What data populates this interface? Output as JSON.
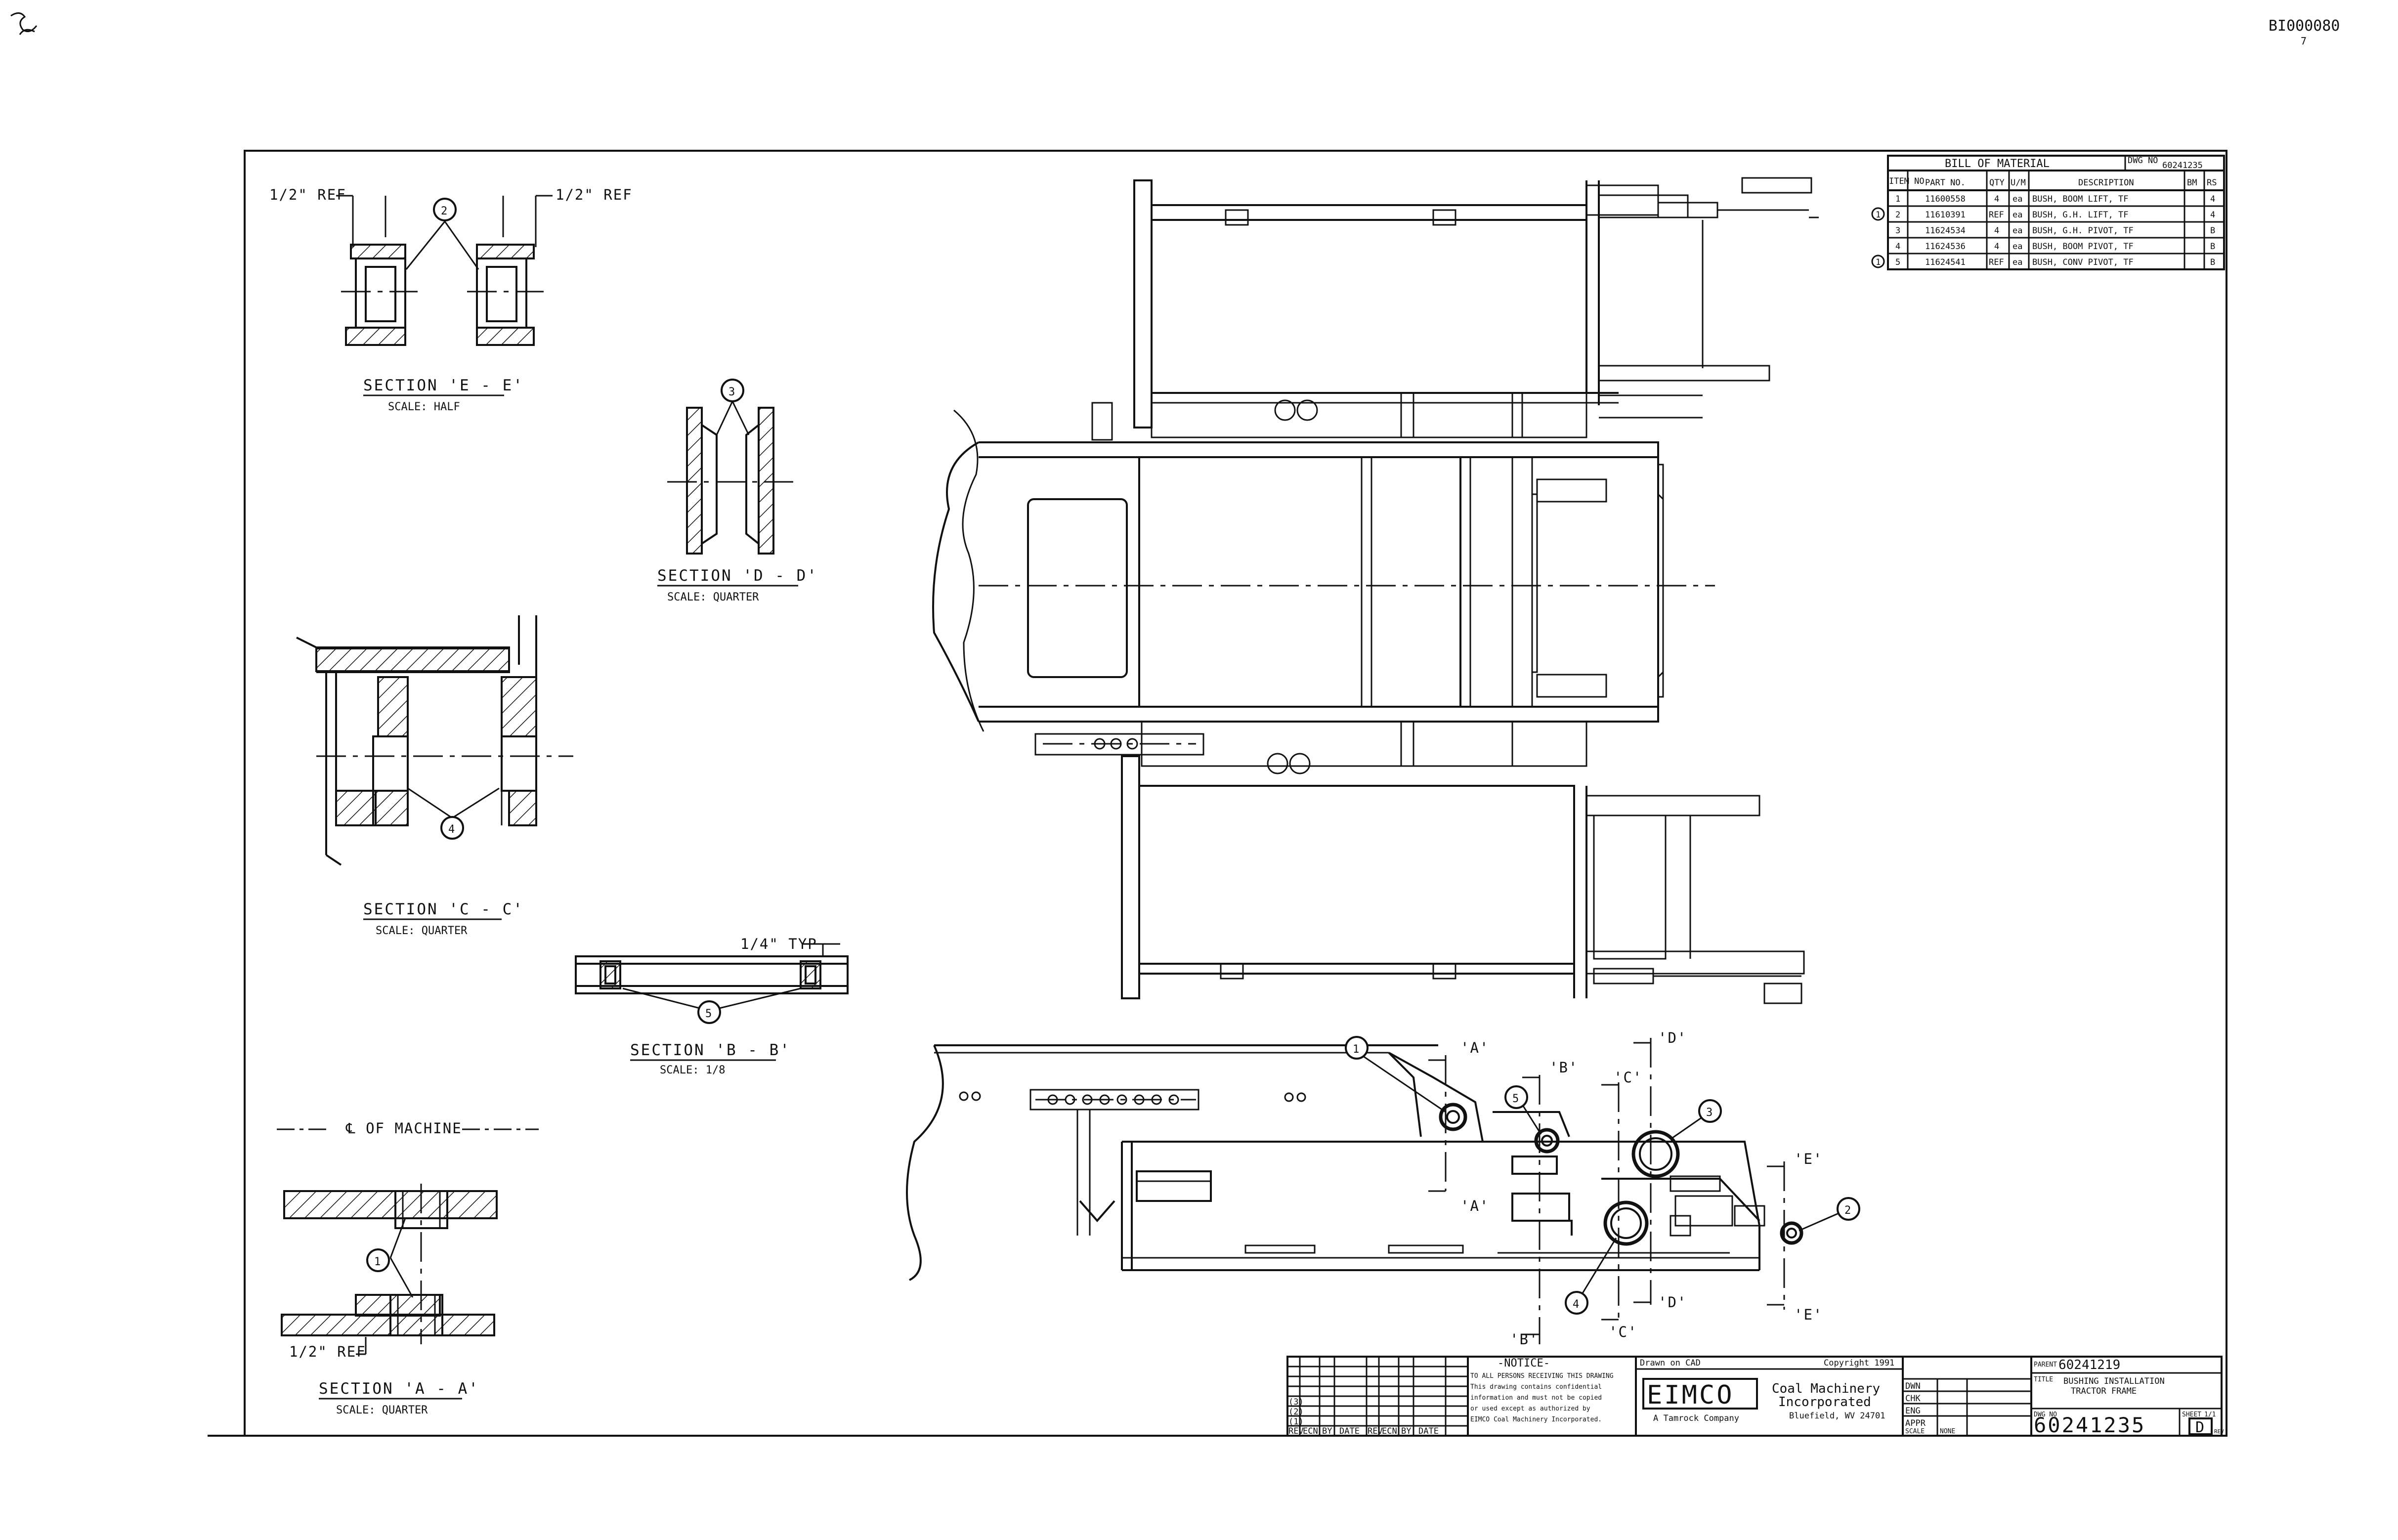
{
  "doc_id": "BI000080",
  "corner_mark": "7",
  "sections": {
    "e": {
      "title": "SECTION 'E - E'",
      "scale": "SCALE: HALF",
      "ref_left": "1/2\" REF",
      "ref_right": "1/2\" REF",
      "balloon": "2"
    },
    "d": {
      "title": "SECTION 'D - D'",
      "scale": "SCALE: QUARTER",
      "balloon": "3"
    },
    "c": {
      "title": "SECTION 'C - C'",
      "scale": "SCALE: QUARTER",
      "balloon": "4"
    },
    "b": {
      "title": "SECTION 'B - B'",
      "scale": "SCALE: 1/8",
      "typ": "1/4\" TYP",
      "balloon": "5"
    },
    "a": {
      "title": "SECTION 'A - A'",
      "scale": "SCALE: QUARTER",
      "ref": "1/2\" REF",
      "balloon": "1",
      "centerline": "℄ OF MACHINE"
    }
  },
  "side_view": {
    "balloons": [
      "1",
      "5",
      "3",
      "2",
      "4"
    ],
    "cuts": {
      "a_top": "'A'",
      "a_bot": "'A'",
      "b_top": "'B'",
      "b_bot": "'B'",
      "c_top": "'C'",
      "c_bot": "'C'",
      "d_top": "'D'",
      "d_bot": "'D'",
      "e_top": "'E'",
      "e_bot": "'E'"
    }
  },
  "bom": {
    "title": "BILL OF MATERIAL",
    "dwg_label": "DWG NO",
    "dwg_no": "60241235",
    "headers": [
      "ITEM NO",
      "PART NO.",
      "QTY",
      "U/M",
      "DESCRIPTION",
      "BM",
      "RS"
    ],
    "rows": [
      {
        "mark": "",
        "item": "1",
        "part": "11600558",
        "qty": "4",
        "um": "ea",
        "desc": "BUSH, BOOM LIFT, TF",
        "bm": "",
        "rs": "4"
      },
      {
        "mark": "1",
        "item": "2",
        "part": "11610391",
        "qty": "REF",
        "um": "ea",
        "desc": "BUSH, G.H. LIFT, TF",
        "bm": "",
        "rs": "4"
      },
      {
        "mark": "",
        "item": "3",
        "part": "11624534",
        "qty": "4",
        "um": "ea",
        "desc": "BUSH, G.H. PIVOT, TF",
        "bm": "",
        "rs": "B"
      },
      {
        "mark": "",
        "item": "4",
        "part": "11624536",
        "qty": "4",
        "um": "ea",
        "desc": "BUSH, BOOM PIVOT, TF",
        "bm": "",
        "rs": "B"
      },
      {
        "mark": "1",
        "item": "5",
        "part": "11624541",
        "qty": "REF",
        "um": "ea",
        "desc": "BUSH, CONV PIVOT, TF",
        "bm": "",
        "rs": "B"
      }
    ]
  },
  "title_block": {
    "notice_title": "-NOTICE-",
    "notice_text": [
      "TO ALL PERSONS RECEIVING THIS DRAWING",
      "This drawing contains confidential",
      "information and must not be copied",
      "or used except as authorized by",
      "EIMCO Coal Machinery Incorporated."
    ],
    "drawn": "Drawn on CAD",
    "copyright": "Copyright 1991",
    "company_logo": "EIMCO",
    "company_line1": "Coal Machinery",
    "company_line2": "Incorporated",
    "company_line3": "Bluefield, WV 24701",
    "company_tag": "A Tamrock Company",
    "rev_codes": [
      "(3)",
      "(2)",
      "(1)"
    ],
    "rev_headers": [
      "REV",
      "ECN",
      "BY",
      "DATE",
      "REV",
      "ECN",
      "BY",
      "DATE"
    ],
    "parent_label": "PARENT",
    "parent_no": "60241219",
    "title_label": "TITLE",
    "title_line1": "BUSHING INSTALLATION",
    "title_line2": "TRACTOR FRAME",
    "approvals": [
      "DWN",
      "CHK",
      "ENG",
      "APPR"
    ],
    "scale_label": "SCALE",
    "scale_val": "NONE",
    "dwg_label": "DWG NO",
    "dwg_no": "60241235",
    "sheet_label": "SHEET",
    "sheet_val": "1/1",
    "rev_label": "REV",
    "rev_val": "D"
  }
}
